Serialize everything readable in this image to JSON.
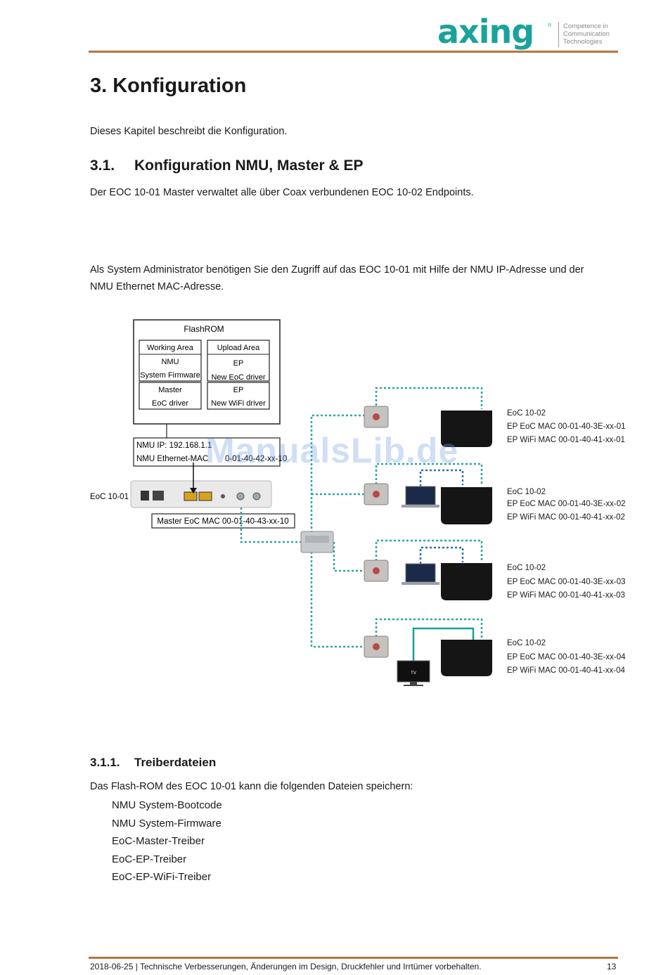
{
  "header": {
    "logo_word": "axing",
    "logo_reg": "®",
    "tagline": [
      "Competence in",
      "Communication",
      "Technologies"
    ]
  },
  "title": "3. Konfiguration",
  "intro": "Dieses Kapitel beschreibt die Konfiguration.",
  "section": {
    "number": "3.1.",
    "title": "Konfiguration NMU, Master & EP",
    "para1": "Der EOC 10-01 Master verwaltet alle über Coax verbundenen EOC 10-02 Endpoints.",
    "para2_line1": "Als System Administrator benötigen Sie den Zugriff auf das EOC 10-01 mit Hilfe der NMU IP-Adresse und der",
    "para2_line2": "NMU Ethernet MAC-Adresse."
  },
  "diagram": {
    "flashrom": {
      "title": "FlashROM",
      "working_area": "Working Area",
      "nmu": "NMU",
      "system_firmware": "System Firmware",
      "master": "Master",
      "eoc_driver": "EoC driver",
      "upload_area": "Upload Area",
      "ep1": "EP",
      "new_eoc_driver": "New EoC driver",
      "ep2": "EP",
      "new_wifi_driver": "New WiFi driver"
    },
    "nmu_ip": "NMU IP: 192.168.1.1",
    "nmu_mac": "NMU Ethernet-MAC",
    "nmu_mac_partial": "0-01-40-42-xx-10",
    "master_device": "EoC 10-01",
    "master_mac": "Master EoC MAC 00-01-40-43-xx-10",
    "tv_label": "TV",
    "endpoints": [
      {
        "name": "EoC 10-02",
        "eoc_mac": "EP EoC MAC 00-01-40-3E-xx-01",
        "wifi_mac": "EP WiFi MAC 00-01-40-41-xx-01"
      },
      {
        "name": "EoC 10-02",
        "eoc_mac": "EP EoC MAC 00-01-40-3E-xx-02",
        "wifi_mac": "EP WiFi MAC 00-01-40-41-xx-02"
      },
      {
        "name": "EoC 10-02",
        "eoc_mac": "EP EoC MAC 00-01-40-3E-xx-03",
        "wifi_mac": "EP WiFi MAC 00-01-40-41-xx-03"
      },
      {
        "name": "EoC 10-02",
        "eoc_mac": "EP EoC MAC 00-01-40-3E-xx-04",
        "wifi_mac": "EP WiFi MAC 00-01-40-41-xx-04"
      }
    ]
  },
  "watermark": "ManualsLib.de",
  "subsection": {
    "number": "3.1.1.",
    "title": "Treiberdateien",
    "intro": "Das Flash-ROM des EOC 10-01 kann die folgenden Dateien speichern:",
    "items": [
      "NMU System-Bootcode",
      "NMU System-Firmware",
      "EoC-Master-Treiber",
      "EoC-EP-Treiber",
      "EoC-EP-WiFi-Treiber"
    ]
  },
  "footer": {
    "text": "2018-06-25 | Technische Verbesserungen, Änderungen im Design, Druckfehler und Irrtümer vorbehalten.",
    "page": "13"
  }
}
